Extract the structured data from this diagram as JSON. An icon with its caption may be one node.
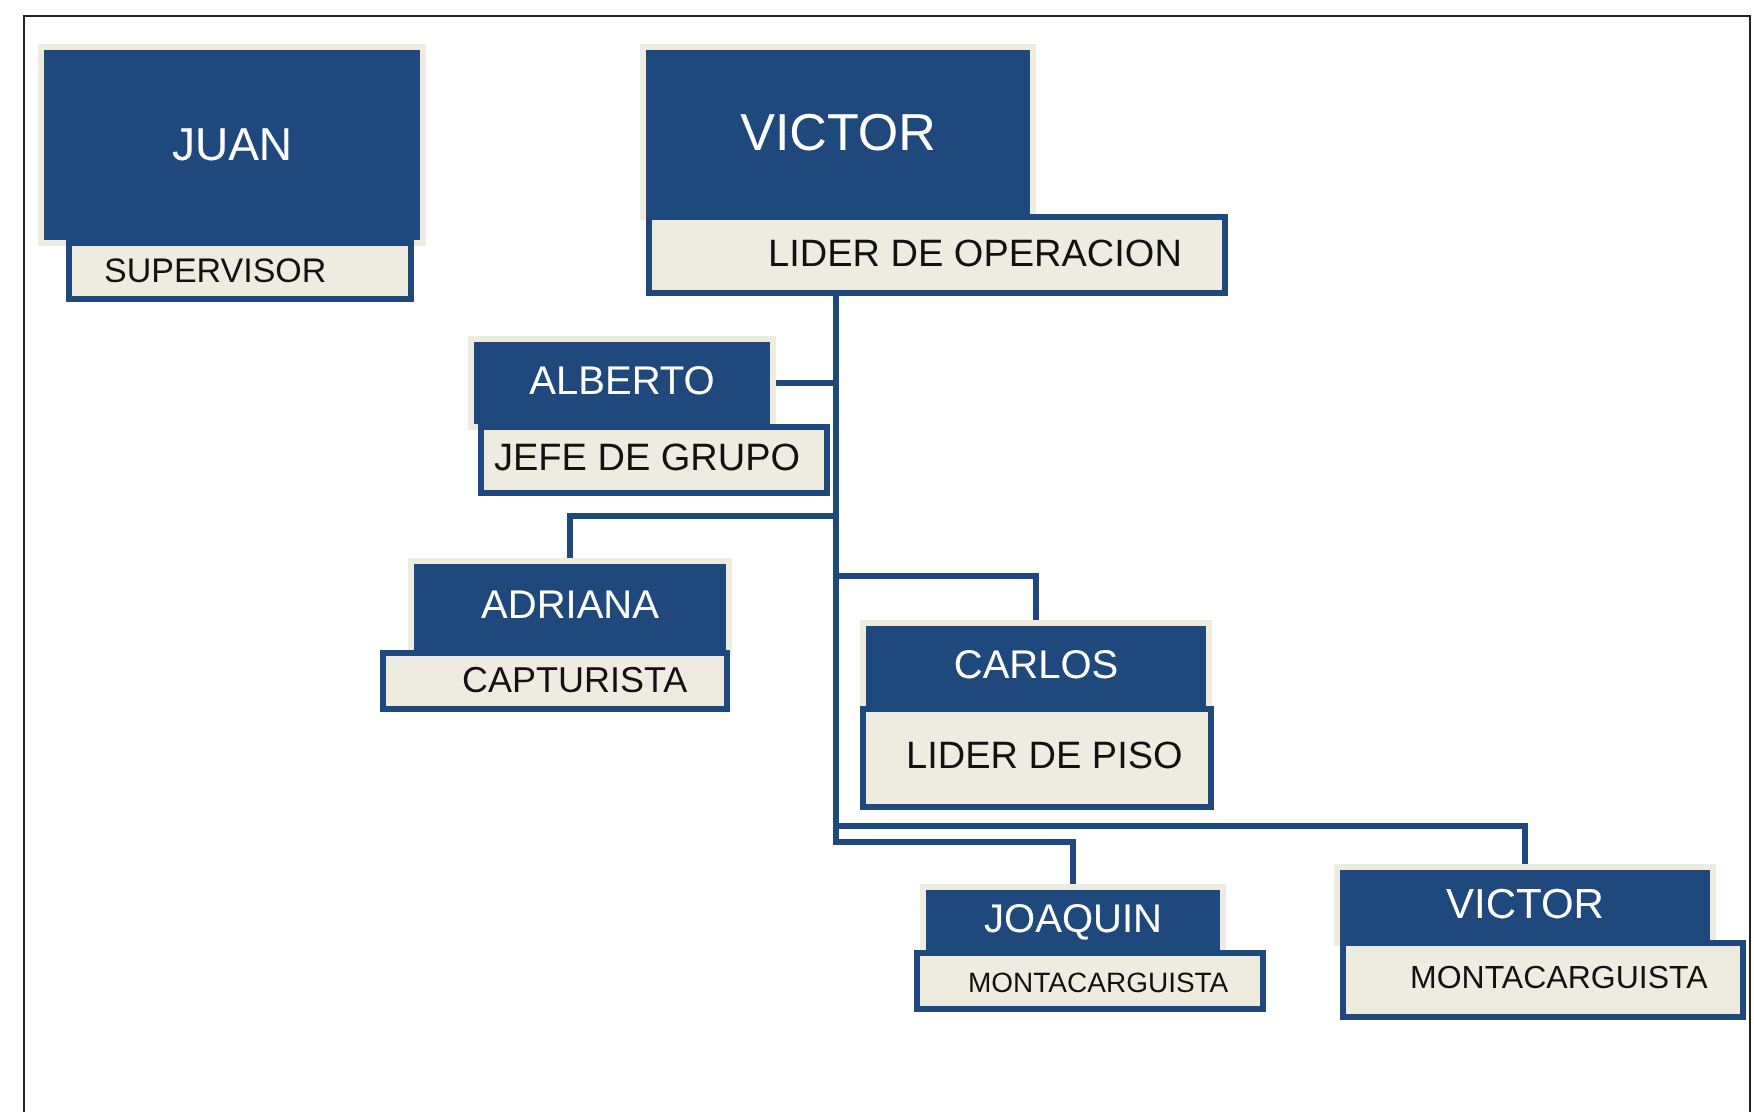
{
  "diagram": {
    "nodes": [
      {
        "text": [
          "JUAN",
          "SUPERVISOR"
        ]
      },
      {
        "text": [
          "VICTOR",
          "LIDER DE OPERACION"
        ]
      },
      {
        "text": [
          "ALBERTO",
          "JEFE DE GRUPO"
        ]
      },
      {
        "text": [
          "ADRIANA",
          "CAPTURISTA"
        ]
      },
      {
        "text": [
          "CARLOS",
          "LIDER DE PISO"
        ]
      },
      {
        "text": [
          "JOAQUIN",
          "MONTACARGUISTA"
        ]
      },
      {
        "text": [
          "VICTOR",
          "MONTACARGUISTA"
        ]
      }
    ],
    "edges": [
      {
        "from": 1,
        "to": 2,
        "arrow": "none"
      },
      {
        "from": 1,
        "to": 3,
        "arrow": "none"
      },
      {
        "from": 1,
        "to": 4,
        "arrow": "none"
      },
      {
        "from": 1,
        "to": 5,
        "arrow": "none"
      },
      {
        "from": 1,
        "to": 6,
        "arrow": "none"
      }
    ]
  }
}
